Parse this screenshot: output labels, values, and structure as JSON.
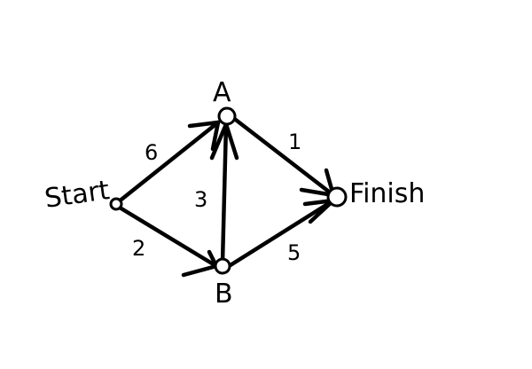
{
  "nodes": {
    "start": "Start",
    "a": "A",
    "b": "B",
    "finish": "Finish"
  },
  "edges": {
    "start_a": "6",
    "start_b": "2",
    "b_a": "3",
    "a_finish": "1",
    "b_finish": "5"
  },
  "colors": {
    "ink": "#000000",
    "background": "#ffffff"
  }
}
